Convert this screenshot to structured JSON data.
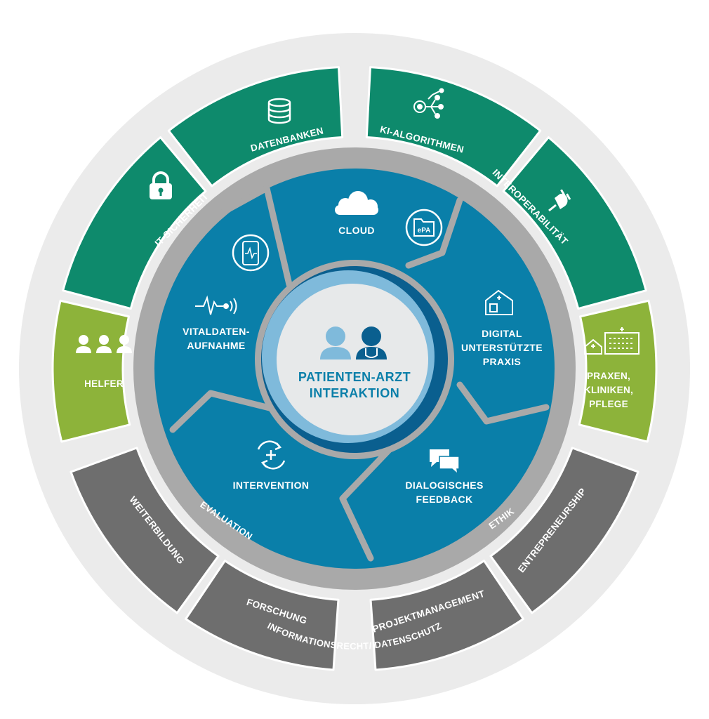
{
  "colors": {
    "background_ring": "#ebebeb",
    "tech_green": "#0e8a6c",
    "stakeholder_green": "#8db33a",
    "skills_gray": "#6e6e6e",
    "grey_ring": "#a9a9a9",
    "process_blue": "#0a7fa9",
    "center_fill": "#e7e9ea",
    "center_text": "#0a7fa9"
  },
  "center": {
    "line1": "PATIENTEN-ARZT",
    "line2": "INTERAKTION"
  },
  "process": {
    "cloud": "CLOUD",
    "epa": "ePA",
    "vitaldaten_line1": "VITALDATEN-",
    "vitaldaten_line2": "AUFNAHME",
    "praxis_line1": "DIGITAL",
    "praxis_line2": "UNTERSTÜTZTE",
    "praxis_line3": "PRAXIS",
    "intervention": "INTERVENTION",
    "feedback_line1": "DIALOGISCHES",
    "feedback_line2": "FEEDBACK"
  },
  "ring": {
    "evaluation": "EVALUATION",
    "datenschutz": "INFORMATIONSRECHT/ DATENSCHUTZ",
    "ethik": "ETHIK"
  },
  "technology": {
    "it_sicherheit": "IT-SICHERHEIT",
    "datenbanken": "DATENBANKEN",
    "ki_algorithmen": "KI-ALGORITHMEN",
    "interoperabilitaet": "INTEROPERABILITÄT"
  },
  "stakeholders": {
    "helfer": "HELFER",
    "praxen_line1": "PRAXEN,",
    "praxen_line2": "KLINIKEN,",
    "praxen_line3": "PFLEGE"
  },
  "skills": {
    "weiterbildung": "WEITERBILDUNG",
    "forschung": "FORSCHUNG",
    "projektmanagement": "PROJEKTMANAGEMENT",
    "entrepreneurship": "ENTREPRENEURSHIP"
  }
}
